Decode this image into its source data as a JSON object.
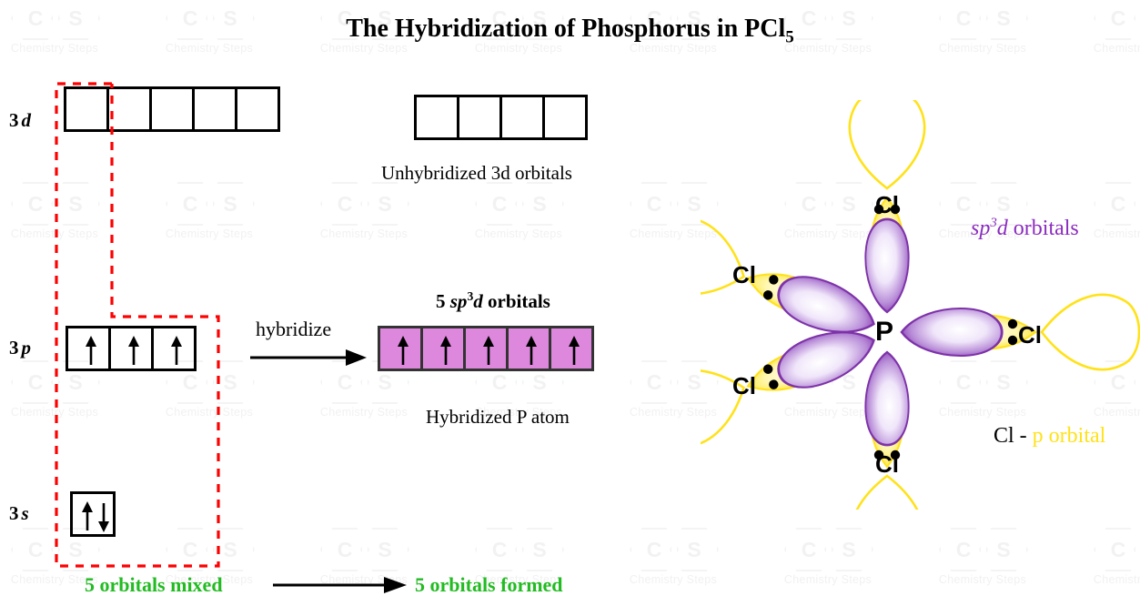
{
  "title": {
    "main": "The Hybridization of Phosphorus in PCl",
    "subscript": "5"
  },
  "watermark": {
    "hex1": "C",
    "hex2": "S",
    "text": "Chemistry Steps"
  },
  "left_diagram": {
    "rows": [
      {
        "label": "3",
        "label_italic": "d",
        "boxes": 5,
        "electrons": [
          "",
          "",
          "",
          "",
          ""
        ]
      },
      {
        "label": "3",
        "label_italic": "p",
        "boxes": 3,
        "electrons": [
          "up",
          "up",
          "up"
        ]
      },
      {
        "label": "3",
        "label_italic": "s",
        "boxes": 1,
        "electrons": [
          "updown"
        ]
      }
    ]
  },
  "hybridize": {
    "label": "hybridize"
  },
  "right_diagram": {
    "unhybridized": {
      "boxes": 4,
      "caption": "Unhybridized 3d orbitals"
    },
    "hybridized": {
      "boxes": 5,
      "header_prefix": "5",
      "header_sp": "sp",
      "header_sup": "3",
      "header_d": "d",
      "header_suffix": "orbitals",
      "caption": "Hybridized P atom",
      "electrons": [
        "up",
        "up",
        "up",
        "up",
        "up"
      ],
      "box_color": "#dd88dd"
    }
  },
  "bottom": {
    "left_text": "5 orbitals mixed",
    "right_text": "5 orbitals formed",
    "color": "#22bb22"
  },
  "molecule": {
    "center_atom": "P",
    "ligand_labels": [
      "Cl",
      "Cl",
      "Cl",
      "Cl",
      "Cl"
    ],
    "legend_sp3d": {
      "sp": "sp",
      "sup": "3",
      "d": "d",
      "suffix": " orbitals",
      "color": "#8b2bbf"
    },
    "legend_clp": {
      "prefix": "Cl - ",
      "highlight": "p orbital",
      "color": "#ffe21a"
    },
    "lone_pairs_per_lobe": 2
  }
}
